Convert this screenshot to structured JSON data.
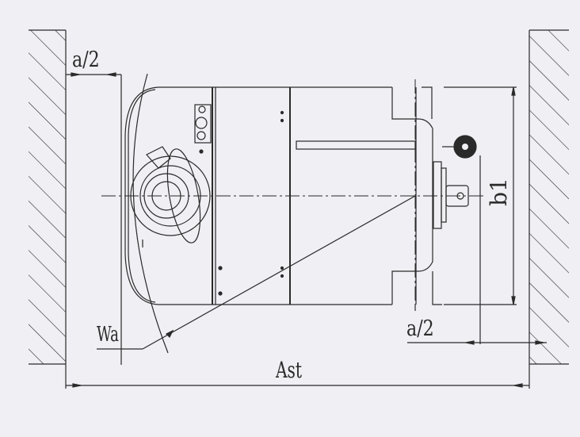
{
  "diagram": {
    "type": "aisle-dimension-drawing",
    "subject": "pallet-truck top view between two walls",
    "labels": {
      "a_half_top": "a/2",
      "a_half_bottom": "a/2",
      "wa": "Wa",
      "ast": "Ast",
      "b1": "b1"
    },
    "colors": {
      "background": "#efeff4",
      "line": "#2a2a2a"
    }
  }
}
